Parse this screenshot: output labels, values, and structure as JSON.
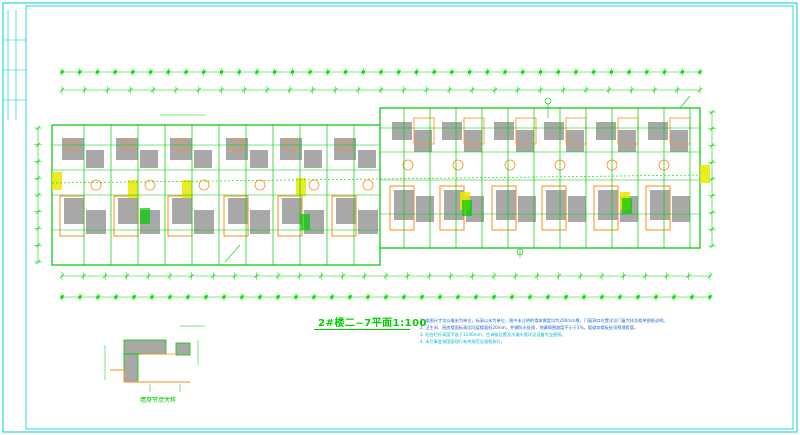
{
  "drawing": {
    "title": "2#楼二~7平面1:100",
    "section_caption": "墙身节点大样",
    "notes": [
      "1. 本图尺寸均以毫米为单位，标高以米为单位，图中未注明的墙体厚度均为200mm厚，门窗洞口位置详见门窗大样及相关图纸说明。",
      "2. 卫生间、厨房楼面标高比同层楼面低20mm，并做防水处理，地漏周围坡度不小于1%，管道穿楼板处须预埋套管。",
      "3. 阳台栏杆高度不低于1100mm，空调板位置及冷凝水管详见设备专业图纸。",
      "4. 未尽事宜按国家现行有关规范及规程执行。"
    ]
  },
  "colors": {
    "frame": "#00c8d8",
    "wall": "#00cc00",
    "dimension": "#00dd00",
    "room_fill": "#a8a8a8",
    "furniture": "#ff8c1a",
    "yellow": "#e8e800",
    "blue_note": "#1a66cc"
  }
}
